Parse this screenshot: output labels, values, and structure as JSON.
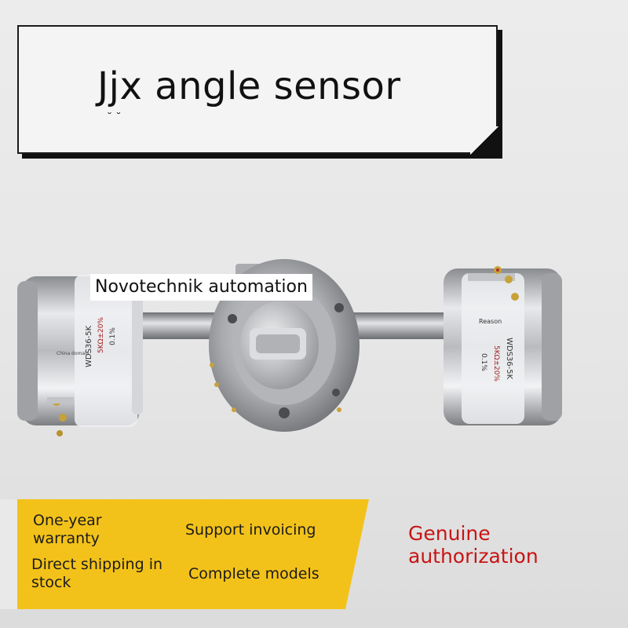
{
  "title": {
    "text": "Jjx angle sensor"
  },
  "product_label": {
    "text": "Novotechnik automation"
  },
  "features": {
    "warranty": "One-year warranty",
    "invoicing": "Support invoicing",
    "shipping": "Direct shipping in stock",
    "models": "Complete models"
  },
  "badge": {
    "text": "Genuine authorization",
    "color": "#c81414"
  },
  "device_markings": {
    "left_model": "WDS36-5K",
    "left_resistance": "5KΩ±20%",
    "left_linearity": "0.1%",
    "left_note": "China domain",
    "right_model": "WDS36-5K",
    "right_resistance": "5KΩ±20%",
    "right_linearity": "0.1%",
    "right_brand": "Reason"
  },
  "colors": {
    "banner": "#f3c21a",
    "background": "#e9e9e9"
  }
}
